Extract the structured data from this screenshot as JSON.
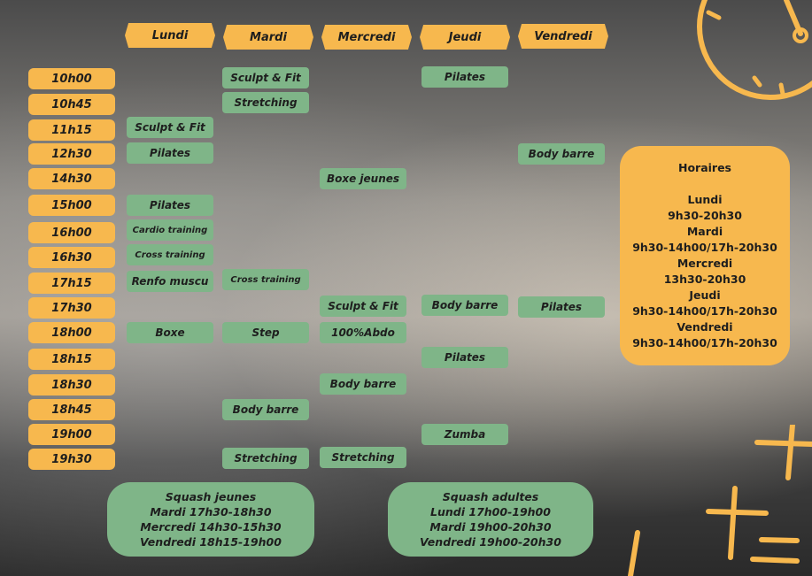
{
  "days": [
    "Lundi",
    "Mardi",
    "Mercredi",
    "Jeudi",
    "Vendredi"
  ],
  "times": [
    "10h00",
    "10h45",
    "11h15",
    "12h30",
    "14h30",
    "15h00",
    "16h00",
    "16h30",
    "17h15",
    "17h30",
    "18h00",
    "18h15",
    "18h30",
    "18h45",
    "19h00",
    "19h30"
  ],
  "classes": {
    "mardi_1000": "Sculpt & Fit",
    "mardi_1045": "Stretching",
    "jeudi_1000": "Pilates",
    "lundi_1115": "Sculpt & Fit",
    "lundi_1230": "Pilates",
    "vendredi_1230": "Body barre",
    "mercredi_1430": "Boxe jeunes",
    "lundi_1500": "Pilates",
    "lundi_1600": "Cardio training",
    "lundi_1630": "Cross training",
    "lundi_1715": "Renfo muscu",
    "mardi_1715": "Cross training",
    "mercredi_1730": "Sculpt & Fit",
    "jeudi_1730": "Body barre",
    "vendredi_1730": "Pilates",
    "lundi_1800": "Boxe",
    "mardi_1800": "Step",
    "mercredi_1800": "100%Abdo",
    "jeudi_1815": "Pilates",
    "mercredi_1830": "Body barre",
    "mardi_1845": "Body barre",
    "jeudi_1900": "Zumba",
    "mardi_1930": "Stretching",
    "mercredi_1930": "Stretching"
  },
  "horaires": {
    "title": "Horaires",
    "lines": [
      "Lundi",
      "9h30-20h30",
      "Mardi",
      "9h30-14h00/17h-20h30",
      "Mercredi",
      "13h30-20h30",
      "Jeudi",
      "9h30-14h00/17h-20h30",
      "Vendredi",
      "9h30-14h00/17h-20h30"
    ]
  },
  "squash_jeunes": [
    "Squash jeunes",
    "Mardi 17h30-18h30",
    "Mercredi 14h30-15h30",
    "Vendredi 18h15-19h00"
  ],
  "squash_adultes": [
    "Squash adultes",
    "Lundi 17h00-19h00",
    "Mardi 19h00-20h30",
    "Vendredi 19h00-20h30"
  ],
  "colors": {
    "orange": "#f7b84e",
    "green": "#7fb588",
    "text": "#1e1e1e"
  }
}
